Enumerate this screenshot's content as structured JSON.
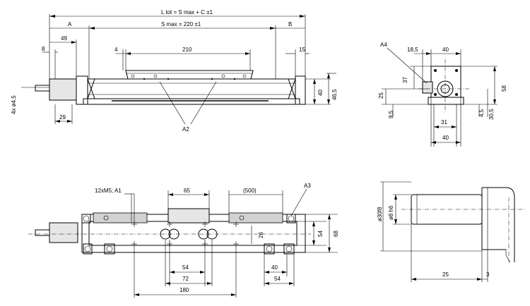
{
  "dimensions": {
    "total_length": "L tot = S max + C ±1",
    "stroke": "S max = 220 ±1",
    "a": "A",
    "b": "B",
    "d49": "49",
    "d8": "8",
    "d4": "4",
    "d210": "210",
    "d15": "15",
    "d40_front": "40",
    "d46_5": "46,5",
    "d29": "29",
    "holes": "4x ø4,5",
    "a2": "A2",
    "a4": "A4",
    "d18_5": "18,5",
    "d40_top": "40",
    "d37": "37",
    "d25_side": "25",
    "d9_5": "9,5",
    "d58": "58",
    "d30_5": "30,5",
    "d4_5": "4,5",
    "d31": "31",
    "d40_bottom": "40",
    "screws": "12xM5; A1",
    "d65": "65",
    "d500": "(500)",
    "a3": "A3",
    "d26": "26",
    "d54_right": "54",
    "d68": "68",
    "d54_a": "54",
    "d72": "72",
    "d180": "180",
    "d40_plan": "40",
    "d54_b": "54",
    "shaft_d1": "ø30f8",
    "shaft_d2": "ø8 h6",
    "d25_shaft": "25",
    "d3": "3"
  }
}
